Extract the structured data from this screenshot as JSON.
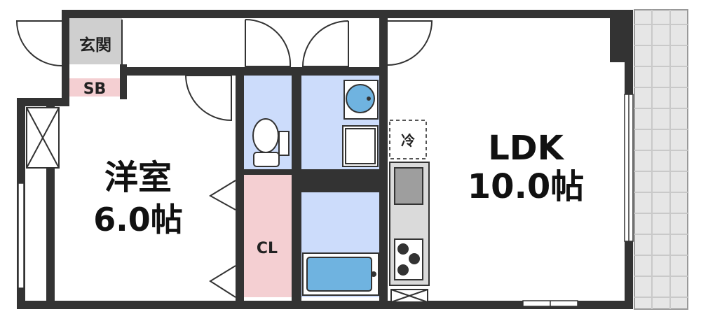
{
  "rooms": {
    "western": {
      "name": "洋室",
      "size": "6.0帖"
    },
    "ldk": {
      "name": "LDK",
      "size": "10.0帖"
    },
    "entrance": {
      "name": "玄関"
    },
    "shoe_box": {
      "name": "SB"
    },
    "closet": {
      "name": "CL"
    },
    "fridge": {
      "name": "冷"
    }
  },
  "colors": {
    "wall": "#333333",
    "wet_area": "#ccdcfb",
    "closet": "#f4cfd2",
    "shoe_box": "#f4cfd2",
    "entrance": "#cfcfcf",
    "balcony": "#e6e6e6",
    "fixture": "#6fb3e0"
  }
}
